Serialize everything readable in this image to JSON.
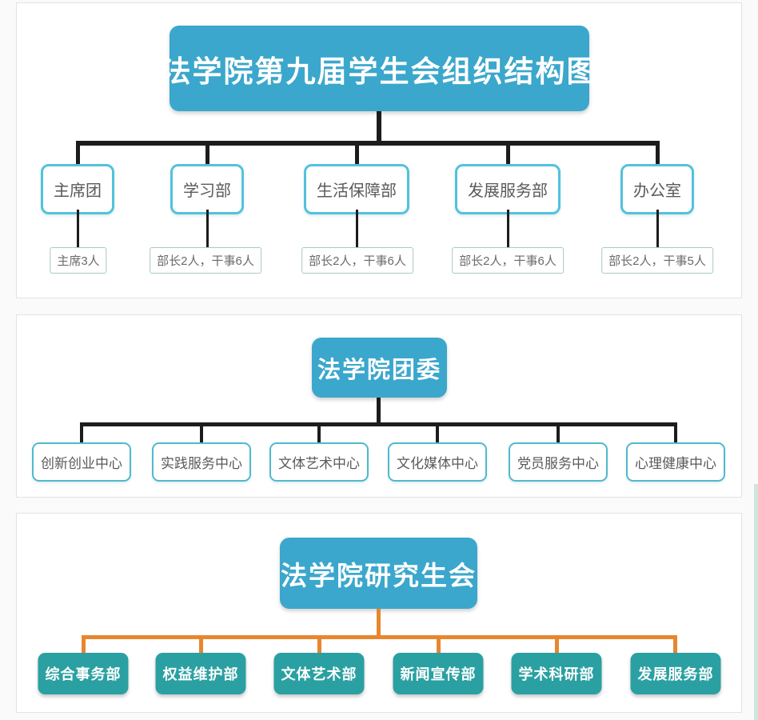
{
  "colors": {
    "title_box_blue": "#3BA7CC",
    "dept_border_cyan": "#52C2DC",
    "teal_box": "#2BA0A2",
    "black_connector": "#1c1c1c",
    "orange_connector": "#E8862F"
  },
  "sections": [
    {
      "title": "法学院第九届学生会组织结构图",
      "departments": [
        {
          "name": "主席团",
          "detail": "主席3人"
        },
        {
          "name": "学习部",
          "detail": "部长2人，干事6人"
        },
        {
          "name": "生活保障部",
          "detail": "部长2人，干事6人"
        },
        {
          "name": "发展服务部",
          "detail": "部长2人，干事6人"
        },
        {
          "name": "办公室",
          "detail": "部长2人，干事5人"
        }
      ]
    },
    {
      "title": "法学院团委",
      "departments": [
        {
          "name": "创新创业中心"
        },
        {
          "name": "实践服务中心"
        },
        {
          "name": "文体艺术中心"
        },
        {
          "name": "文化媒体中心"
        },
        {
          "name": "党员服务中心"
        },
        {
          "name": "心理健康中心"
        }
      ]
    },
    {
      "title": "法学院研究生会",
      "departments": [
        {
          "name": "综合事务部"
        },
        {
          "name": "权益维护部"
        },
        {
          "name": "文体艺术部"
        },
        {
          "name": "新闻宣传部"
        },
        {
          "name": "学术科研部"
        },
        {
          "name": "发展服务部"
        }
      ]
    }
  ]
}
